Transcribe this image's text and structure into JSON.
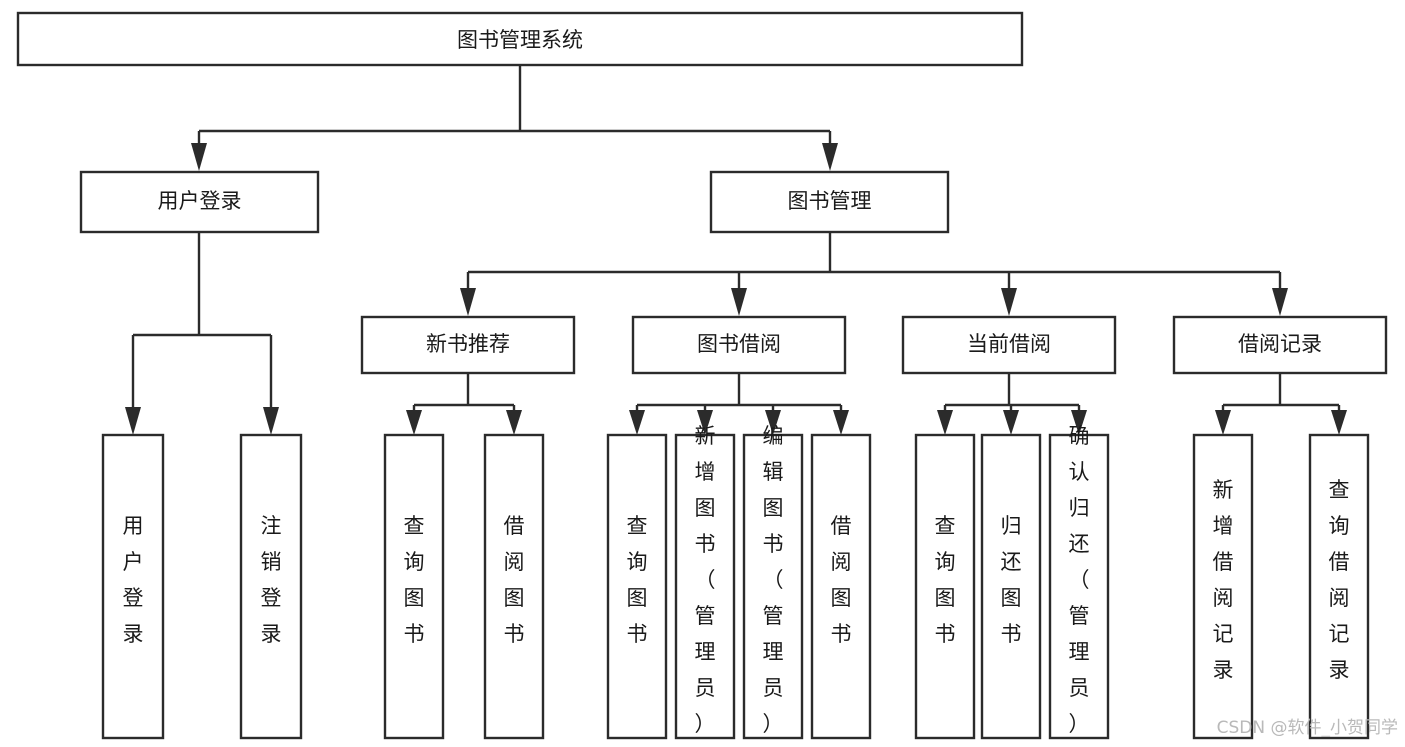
{
  "diagram": {
    "type": "tree-hierarchy",
    "title": "图书管理系统",
    "root": {
      "id": "root",
      "label": "图书管理系统"
    },
    "level2": [
      {
        "id": "user-login",
        "label": "用户登录"
      },
      {
        "id": "book-manage",
        "label": "图书管理"
      }
    ],
    "level3": [
      {
        "id": "new-book-recommend",
        "label": "新书推荐",
        "parent": "book-manage"
      },
      {
        "id": "book-borrow",
        "label": "图书借阅",
        "parent": "book-manage"
      },
      {
        "id": "current-borrow",
        "label": "当前借阅",
        "parent": "book-manage"
      },
      {
        "id": "borrow-record",
        "label": "借阅记录",
        "parent": "book-manage"
      }
    ],
    "leaves": [
      {
        "id": "leaf-user-login",
        "label": "用户登录",
        "parent": "user-login"
      },
      {
        "id": "leaf-user-logout",
        "label": "注销登录",
        "parent": "user-login"
      },
      {
        "id": "leaf-query-book-1",
        "label": "查询图书",
        "parent": "new-book-recommend"
      },
      {
        "id": "leaf-borrow-book-1",
        "label": "借阅图书",
        "parent": "new-book-recommend"
      },
      {
        "id": "leaf-query-book-2",
        "label": "查询图书",
        "parent": "book-borrow"
      },
      {
        "id": "leaf-add-book",
        "label": "新增图书（管理员）",
        "parent": "book-borrow"
      },
      {
        "id": "leaf-edit-book",
        "label": "编辑图书（管理员）",
        "parent": "book-borrow"
      },
      {
        "id": "leaf-borrow-book-2",
        "label": "借阅图书",
        "parent": "book-borrow"
      },
      {
        "id": "leaf-query-book-3",
        "label": "查询图书",
        "parent": "current-borrow"
      },
      {
        "id": "leaf-return-book",
        "label": "归还图书",
        "parent": "current-borrow"
      },
      {
        "id": "leaf-confirm-return",
        "label": "确认归还（管理员）",
        "parent": "current-borrow"
      },
      {
        "id": "leaf-add-record",
        "label": "新增借阅记录",
        "parent": "borrow-record"
      },
      {
        "id": "leaf-query-record",
        "label": "查询借阅记录",
        "parent": "borrow-record"
      }
    ]
  },
  "watermark": {
    "text": "CSDN @软件_小贺同学"
  },
  "colors": {
    "stroke": "#2b2b2b",
    "fill": "#ffffff",
    "text": "#1a1a1a",
    "watermark": "#b9b9b9"
  }
}
